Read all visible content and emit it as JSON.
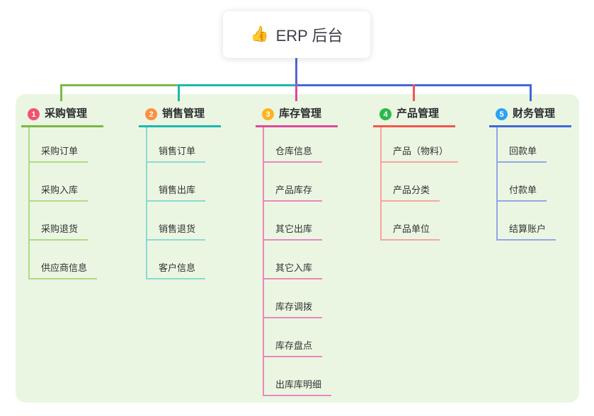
{
  "root": {
    "icon": "👍",
    "label": "ERP 后台"
  },
  "colors": {
    "panel_bg": "#eaf6e2",
    "stem": "#5a63d2",
    "root_text": "#3d4049"
  },
  "branches": [
    {
      "index": "1",
      "label": "采购管理",
      "badge_color": "#f45170",
      "color": "#7cb944",
      "light_color": "#aeda83",
      "children": [
        "采购订单",
        "采购入库",
        "采购退货",
        "供应商信息"
      ]
    },
    {
      "index": "2",
      "label": "销售管理",
      "badge_color": "#ff8f3e",
      "color": "#1cb8ae",
      "light_color": "#8cd9d2",
      "children": [
        "销售订单",
        "销售出库",
        "销售退货",
        "客户信息"
      ]
    },
    {
      "index": "3",
      "label": "库存管理",
      "badge_color": "#ffb321",
      "color": "#e0479e",
      "light_color": "#ee85c0",
      "children": [
        "仓库信息",
        "产品库存",
        "其它出库",
        "其它入库",
        "库存调拨",
        "库存盘点",
        "出库库明细"
      ]
    },
    {
      "index": "4",
      "label": "产品管理",
      "badge_color": "#2db84a",
      "color": "#f2564f",
      "light_color": "#f7a59f",
      "children": [
        "产品（物料）",
        "产品分类",
        "产品单位"
      ]
    },
    {
      "index": "5",
      "label": "财务管理",
      "badge_color": "#2da2f0",
      "color": "#4168d6",
      "light_color": "#93a6e6",
      "children": [
        "回款单",
        "付款单",
        "结算账户"
      ]
    }
  ]
}
